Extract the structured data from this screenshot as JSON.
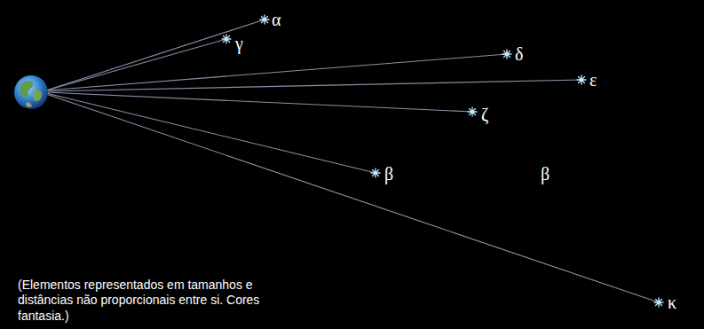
{
  "diagram": {
    "caption": "(Elementos representados em tamanhos e distâncias não proporcionais entre si. Cores fantasia.)",
    "labels": [
      "α",
      "γ",
      "δ",
      "ε",
      "ζ",
      "β",
      "β",
      "κ"
    ]
  }
}
